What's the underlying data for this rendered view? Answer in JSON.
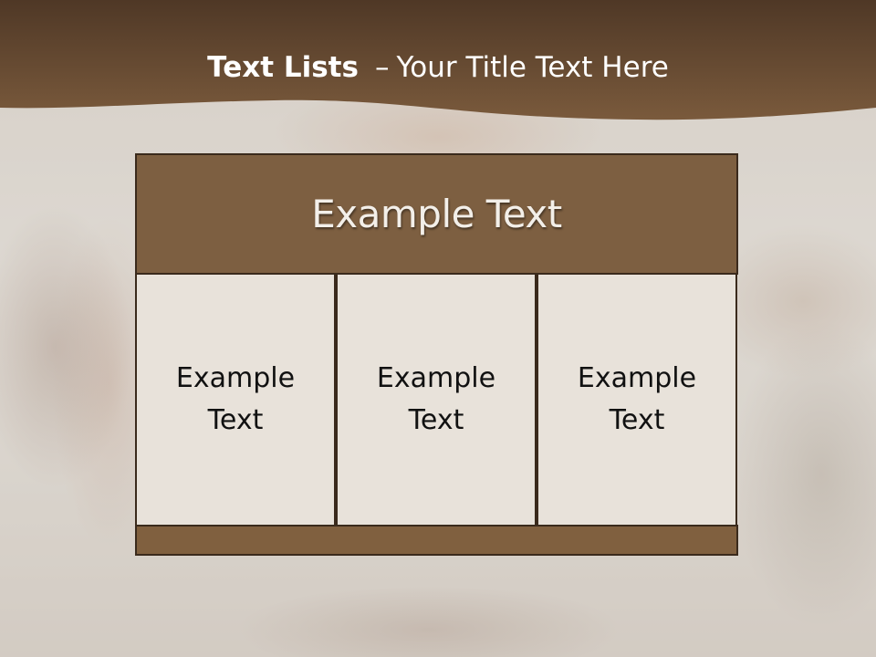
{
  "slide": {
    "title_bold": "Text Lists",
    "title_dash": "–",
    "title_rest": "Your Title Text Here"
  },
  "diagram": {
    "header_label": "Example Text",
    "columns": [
      {
        "label": "Example Text"
      },
      {
        "label": "Example Text"
      },
      {
        "label": "Example Text"
      }
    ]
  },
  "colors": {
    "header_band": "#6b4f35",
    "top_box": "#7d5f41",
    "column_fill": "#e8e2da",
    "bottom_bar": "#80603f",
    "outline": "#3a2a1c"
  }
}
